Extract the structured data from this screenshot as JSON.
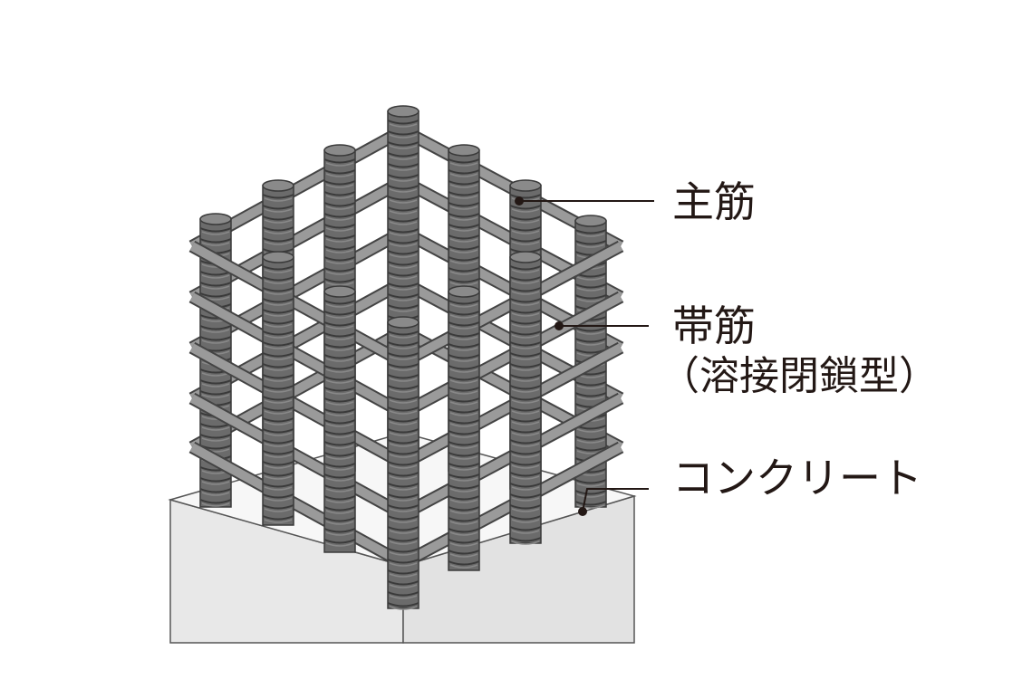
{
  "labels": {
    "main_rebar": "主筋",
    "hoop": "帯筋",
    "hoop_type": "（溶接閉鎖型）",
    "concrete": "コンクリート"
  },
  "colors": {
    "rebar": "#6b6b6b",
    "rebar_dark": "#3a3a3a",
    "tie": "#9a9a9a",
    "concrete": "#e6e6e6",
    "text": "#231815"
  }
}
